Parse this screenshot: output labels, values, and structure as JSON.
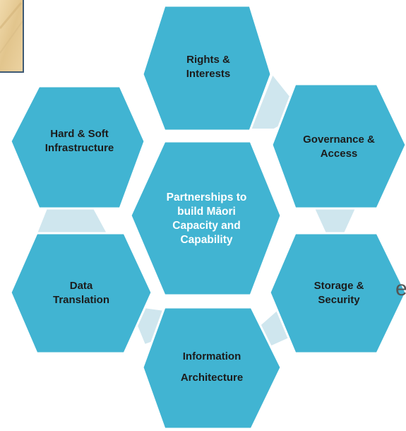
{
  "colors": {
    "hexagon": "#41b4d2",
    "hexagon_stroke": "#ffffff",
    "connector": "#cfe6ee",
    "label_text": "#1c1c1c",
    "center_text": "#ffffff",
    "corner_image": "#e7cb95",
    "corner_border": "#3f5a74"
  },
  "diagram": {
    "center": {
      "lines": [
        "Partnerships to",
        "build Māori",
        "Capacity and",
        "Capability"
      ]
    },
    "nodes": [
      {
        "id": "rights-interests",
        "lines": [
          "Rights &",
          "Interests"
        ]
      },
      {
        "id": "governance-access",
        "lines": [
          "Governance &",
          "Access"
        ]
      },
      {
        "id": "storage-security",
        "lines": [
          "Storage &",
          "Security"
        ]
      },
      {
        "id": "information-architecture",
        "lines": [
          "Information",
          "Architecture"
        ]
      },
      {
        "id": "data-translation",
        "lines": [
          "Data",
          "Translation"
        ]
      },
      {
        "id": "hard-soft-infrastructure",
        "lines": [
          "Hard & Soft",
          "Infrastructure"
        ]
      }
    ]
  },
  "decorations": {
    "corner_image": "parchment-texture-image",
    "stray_glyph": "e"
  }
}
